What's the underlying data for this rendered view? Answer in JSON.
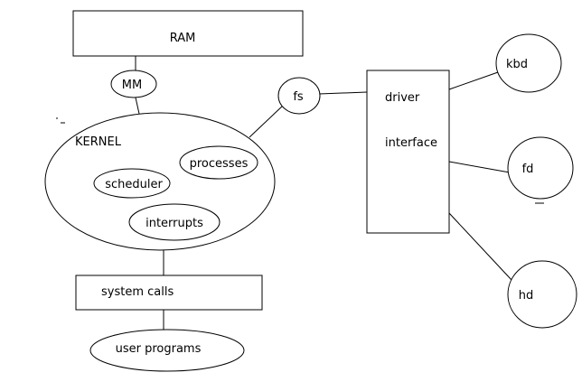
{
  "nodes": {
    "ram": "RAM",
    "mm": "MM",
    "fs": "fs",
    "kernel": "KERNEL",
    "processes": "processes",
    "scheduler": "scheduler",
    "interrupts": "interrupts",
    "system_calls": "system calls",
    "user_programs": "user programs",
    "driver": "driver",
    "interface": "interface",
    "kbd": "kbd",
    "fd": "fd",
    "hd": "hd"
  }
}
